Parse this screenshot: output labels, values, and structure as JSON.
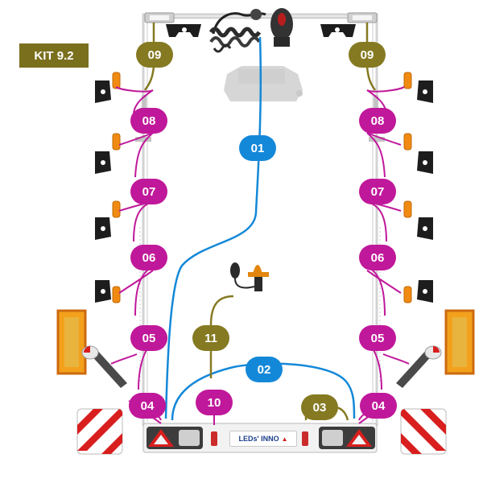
{
  "kit_label": "KIT 9.2",
  "connectors": {
    "left_09": "09",
    "right_09": "09",
    "left_08": "08",
    "right_08": "08",
    "left_07": "07",
    "right_07": "07",
    "left_06": "06",
    "right_06": "06",
    "left_05": "05",
    "right_05": "05",
    "left_04": "04",
    "right_04": "04",
    "cable_01": "01",
    "cable_02": "02",
    "cable_03": "03",
    "cable_10": "10",
    "cable_11": "11"
  },
  "brand_label": "LEDs' INNO",
  "colors": {
    "kit_badge": "#7a6f1d",
    "side_harness": "#c0189a",
    "main_cable": "#1488d8",
    "accessory_cable": "#857a22",
    "amber_marker": "#f08a12",
    "warning_red": "#d91e1e"
  }
}
